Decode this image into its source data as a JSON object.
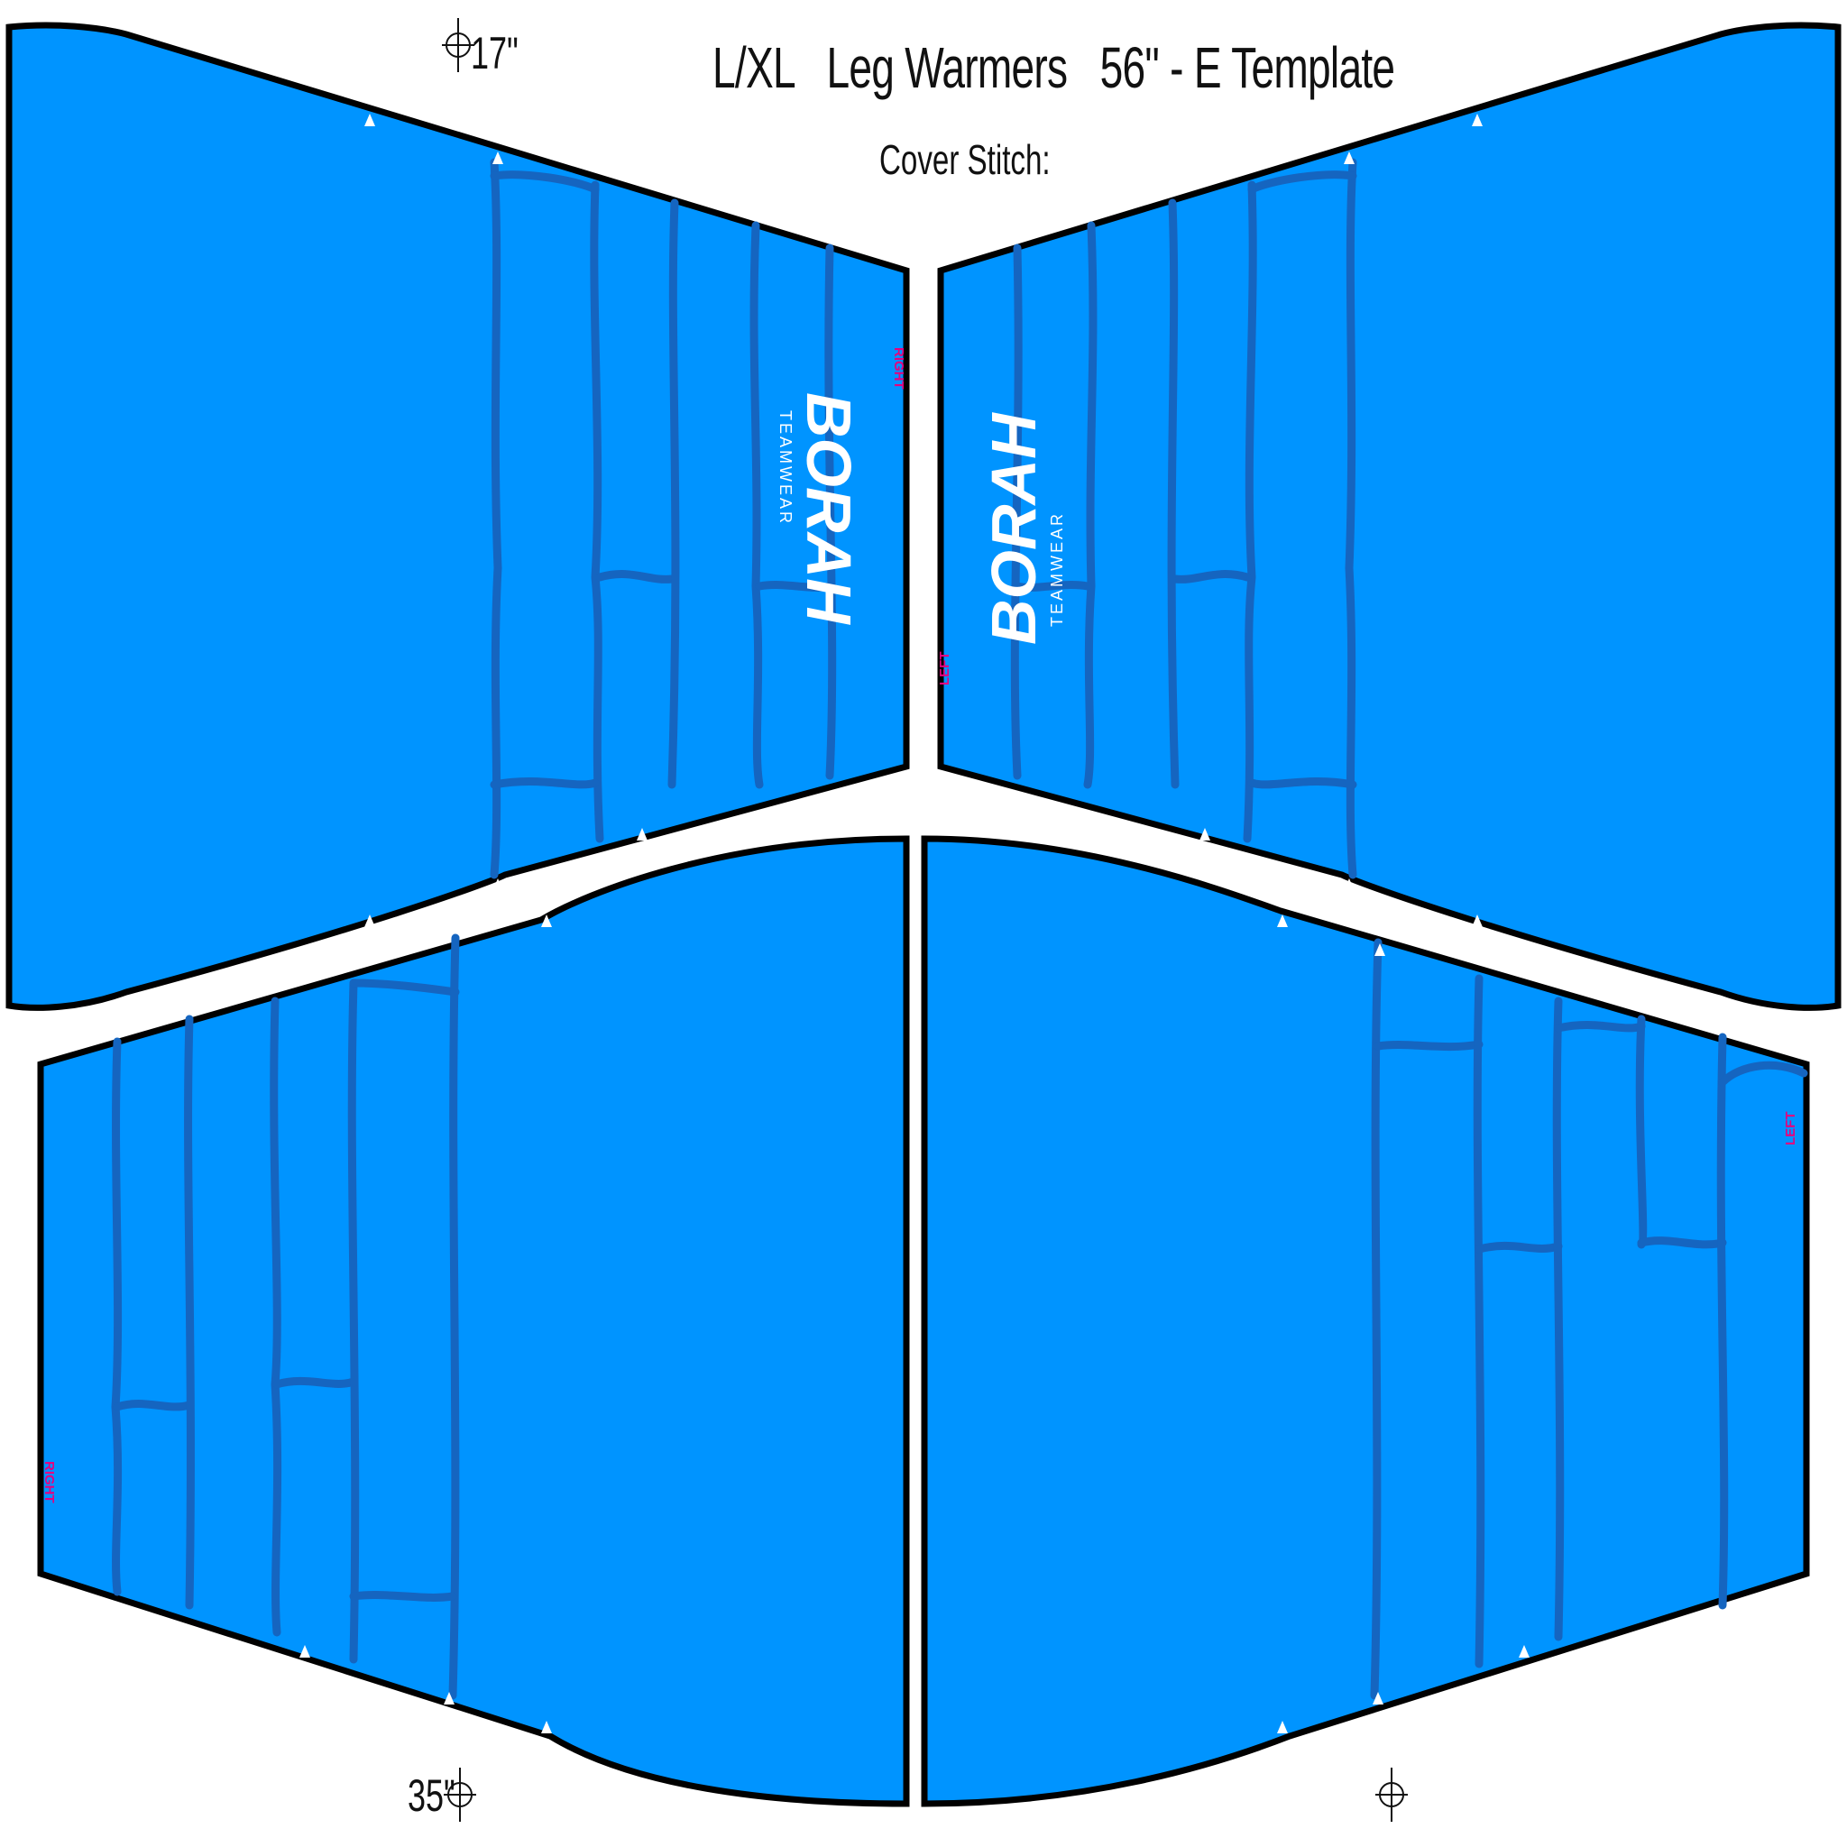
{
  "document": {
    "title": "L/XL   Leg Warmers   56\" - E Template",
    "subtitle": "Cover Stitch:",
    "measure_top": "17\"",
    "measure_bottom": "35\""
  },
  "panels": [
    {
      "name": "top-left-panel",
      "side_label": "RIGHT"
    },
    {
      "name": "top-right-panel",
      "side_label": "LEFT"
    },
    {
      "name": "bottom-left-panel",
      "side_label": "RIGHT"
    },
    {
      "name": "bottom-right-panel",
      "side_label": "LEFT"
    }
  ],
  "logo": {
    "wordmark": "BORAH",
    "tagline": "TEAMWEAR"
  },
  "colors": {
    "panel_fill": "#0094FF",
    "brick_line": "#1565C0",
    "outline": "#000000",
    "side_label": "#E6007E",
    "background": "#FFFFFF"
  },
  "icons": [
    "registration-mark-icon",
    "notch-icon"
  ]
}
